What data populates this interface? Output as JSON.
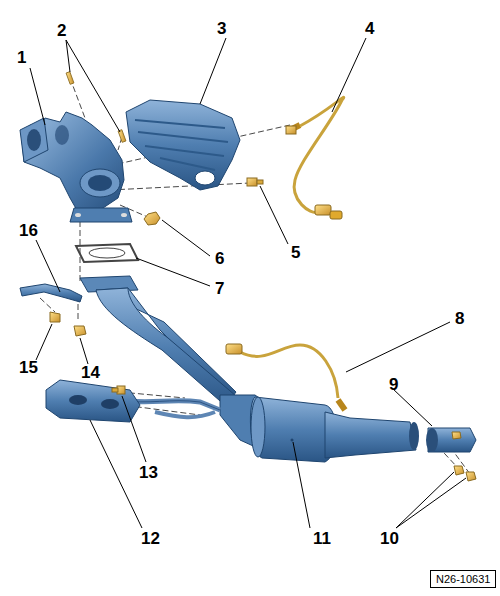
{
  "diagram": {
    "nodes": [
      {
        "text": [
          "N26-10631"
        ]
      }
    ],
    "labels": [
      "1",
      "2",
      "3",
      "4",
      "5",
      "6",
      "7",
      "8",
      "9",
      "10",
      "11",
      "12",
      "13",
      "14",
      "15",
      "16"
    ]
  }
}
